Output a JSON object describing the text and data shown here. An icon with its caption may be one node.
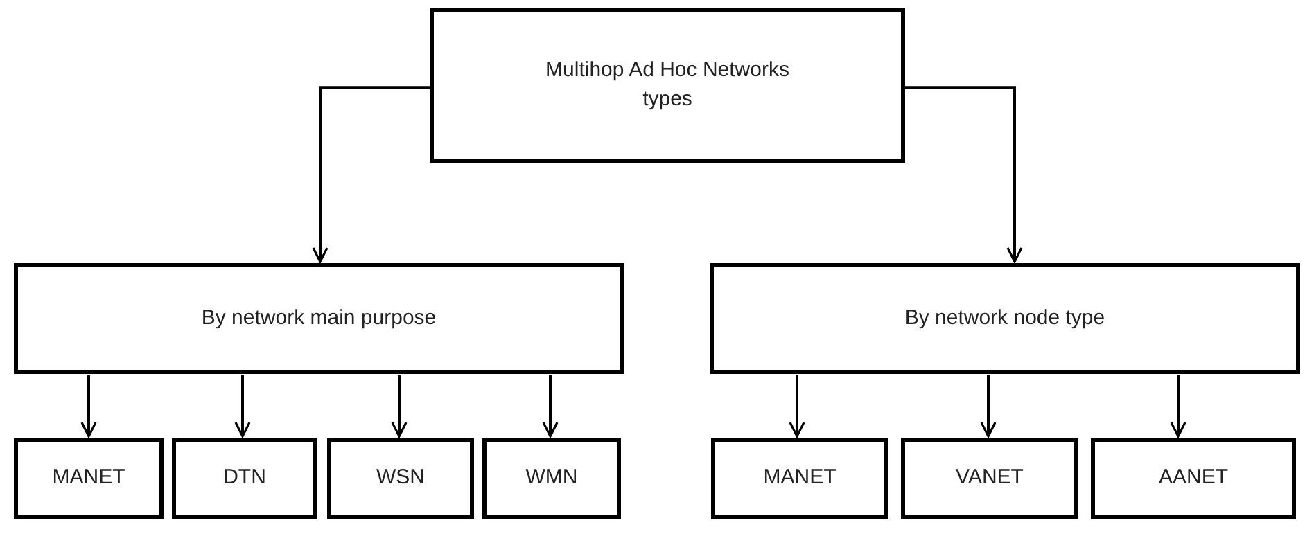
{
  "diagram": {
    "nodes": [
      {
        "text": [
          "Multihop Ad Hoc Networks types"
        ]
      },
      {
        "text": [
          "By network main purpose"
        ]
      },
      {
        "text": [
          "By network node type"
        ]
      },
      {
        "text": [
          "MANET"
        ]
      },
      {
        "text": [
          "DTN"
        ]
      },
      {
        "text": [
          "WSN"
        ]
      },
      {
        "text": [
          "WMN"
        ]
      },
      {
        "text": [
          "MANET"
        ]
      },
      {
        "text": [
          "VANET"
        ]
      },
      {
        "text": [
          "AANET"
        ]
      }
    ],
    "edges": [
      {
        "from": 0,
        "to": 1,
        "arrow": "to"
      },
      {
        "from": 0,
        "to": 2,
        "arrow": "to"
      },
      {
        "from": 1,
        "to": 3,
        "arrow": "to"
      },
      {
        "from": 1,
        "to": 4,
        "arrow": "to"
      },
      {
        "from": 1,
        "to": 5,
        "arrow": "to"
      },
      {
        "from": 1,
        "to": 6,
        "arrow": "to"
      },
      {
        "from": 2,
        "to": 7,
        "arrow": "to"
      },
      {
        "from": 2,
        "to": 8,
        "arrow": "to"
      },
      {
        "from": 2,
        "to": 9,
        "arrow": "to"
      }
    ]
  }
}
